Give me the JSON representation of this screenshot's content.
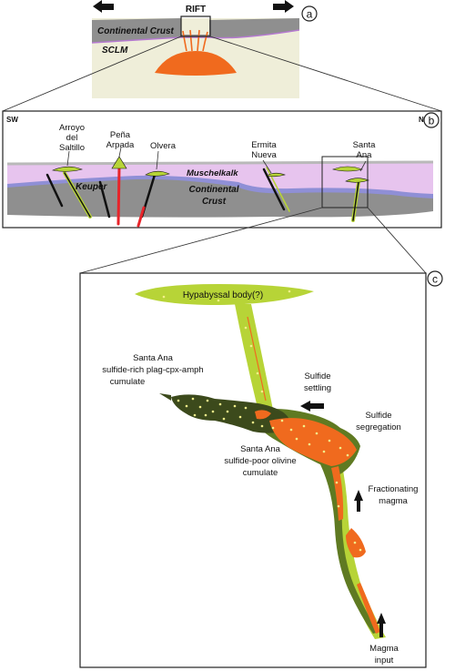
{
  "panel_a": {
    "marker": "a",
    "rift_label": "RIFT",
    "crust_label": "Continental Crust",
    "sclm_label": "SCLM"
  },
  "panel_b": {
    "marker": "b",
    "sw_label": "SW",
    "ne_label": "NE",
    "locality_1_line1": "Arroyo",
    "locality_1_line2": "del",
    "locality_1_line3": "Saltillo",
    "locality_2_line1": "Peña",
    "locality_2_line2": "Arpada",
    "locality_3": "Olvera",
    "locality_4_line1": "Ermita",
    "locality_4_line2": "Nueva",
    "locality_5_line1": "Santa",
    "locality_5_line2": "Ana",
    "muschelkalk_label": "Muschelkalk",
    "keuper_label": "Keuper",
    "crust_line1": "Continental",
    "crust_line2": "Crust"
  },
  "panel_c": {
    "marker": "c",
    "hypabyssal_label": "Hypabyssal body(?)",
    "sulfide_rich_line1": "Santa Ana",
    "sulfide_rich_line2": "sulfide-rich  plag-cpx-amph",
    "sulfide_rich_line3": "cumulate",
    "sulfide_poor_line1": "Santa Ana",
    "sulfide_poor_line2": "sulfide-poor  olivine",
    "sulfide_poor_line3": "cumulate",
    "settling_line1": "Sulfide",
    "settling_line2": "settling",
    "segregation_line1": "Sulfide",
    "segregation_line2": "segregation",
    "fractionating_line1": "Fractionating",
    "fractionating_line2": "magma",
    "input_line1": "Magma",
    "input_line2": "input"
  },
  "colors": {
    "crust_gray": "#8f8f8f",
    "sclm_cream": "#efeed9",
    "melt_orange": "#f06a1e",
    "keuper_pink": "#e7c4ee",
    "muschelkalk_blue": "#8f8fd6",
    "sill_green": "#b7d437",
    "cumulate_olive": "#5f7a22",
    "dark_cumulate": "#3c4a1c"
  }
}
